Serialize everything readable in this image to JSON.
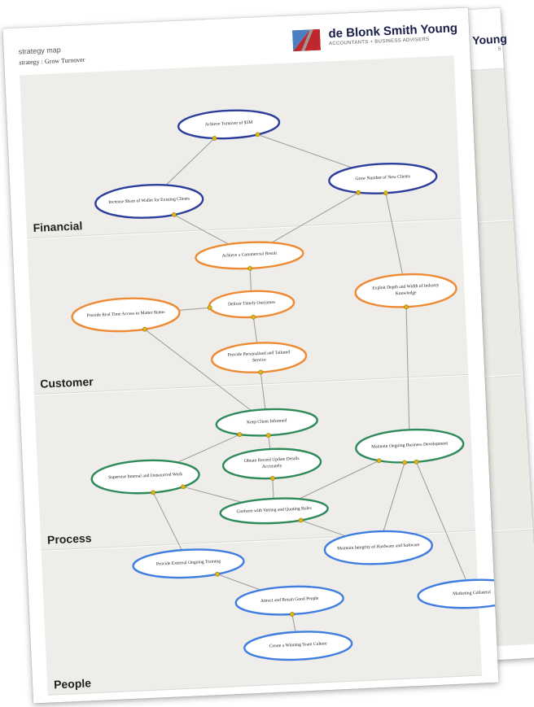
{
  "brand": {
    "name": "de Blonk Smith Young",
    "tagline": "ACCOUNTANTS + BUSINESS ADVISERS",
    "back_name_visible": "Young",
    "back_tag_visible": "S",
    "colors": {
      "navy": "#1a1f4a",
      "red": "#c0272d",
      "blue": "#4a7fc1",
      "grey": "#9a9a9a"
    }
  },
  "header": {
    "title": "strategy map",
    "subtitle": "strategy : Grow Turnover"
  },
  "perspectives": [
    {
      "id": "financial",
      "label": "Financial"
    },
    {
      "id": "customer",
      "label": "Customer"
    },
    {
      "id": "process",
      "label": "Process"
    },
    {
      "id": "people",
      "label": "People"
    }
  ],
  "colors": {
    "financial": "#2b3e9b",
    "customer": "#ee8a33",
    "process": "#2f8a5a",
    "people": "#3f7ee0",
    "link": "#9a9a9a",
    "dot": "#e1b417"
  },
  "objectives": [
    {
      "id": "turnover",
      "perspective": "financial",
      "label": "Achieve Turnover of $5M"
    },
    {
      "id": "wallet",
      "perspective": "financial",
      "label": "Increase Share of Wallet for Existing Clients"
    },
    {
      "id": "newclients",
      "perspective": "financial",
      "label": "Grow Number of New Clients"
    },
    {
      "id": "commercial",
      "perspective": "customer",
      "label": "Achieve a Commercial Result"
    },
    {
      "id": "realtime",
      "perspective": "customer",
      "label": "Provide Real Time Access to Matter Status"
    },
    {
      "id": "timely",
      "perspective": "customer",
      "label": "Deliver Timely Outcomes"
    },
    {
      "id": "industry",
      "perspective": "customer",
      "label": "Exploit Depth and Width of Industry Knowledge"
    },
    {
      "id": "personalised",
      "perspective": "customer",
      "label": "Provide Personalised and Tailored Service"
    },
    {
      "id": "informed",
      "perspective": "process",
      "label": "Keep Client Informed"
    },
    {
      "id": "bizdev",
      "perspective": "process",
      "label": "Maintain Ongoing Business Development"
    },
    {
      "id": "supervise",
      "perspective": "process",
      "label": "Supervise Internal and Outsourced Work"
    },
    {
      "id": "records",
      "perspective": "process",
      "label": "Obtain Record Update Details Accurately"
    },
    {
      "id": "quoting",
      "perspective": "process",
      "label": "Conform with Vetting and Quoting Rules"
    },
    {
      "id": "training",
      "perspective": "people",
      "label": "Provide External Ongoing Training"
    },
    {
      "id": "hardware",
      "perspective": "people",
      "label": "Maintain Integrity of Hardware and Software"
    },
    {
      "id": "attract",
      "perspective": "people",
      "label": "Attract and Retain Good People"
    },
    {
      "id": "marketing",
      "perspective": "people",
      "label": "Marketing Collateral"
    },
    {
      "id": "culture",
      "perspective": "people",
      "label": "Create a Winning Team Culture"
    }
  ],
  "links": [
    [
      "wallet",
      "turnover"
    ],
    [
      "newclients",
      "turnover"
    ],
    [
      "commercial",
      "wallet"
    ],
    [
      "commercial",
      "newclients"
    ],
    [
      "industry",
      "newclients"
    ],
    [
      "timely",
      "commercial"
    ],
    [
      "realtime",
      "timely"
    ],
    [
      "personalised",
      "timely"
    ],
    [
      "informed",
      "realtime"
    ],
    [
      "informed",
      "personalised"
    ],
    [
      "bizdev",
      "industry"
    ],
    [
      "supervise",
      "informed"
    ],
    [
      "records",
      "informed"
    ],
    [
      "quoting",
      "records"
    ],
    [
      "quoting",
      "supervise"
    ],
    [
      "quoting",
      "bizdev"
    ],
    [
      "training",
      "supervise"
    ],
    [
      "hardware",
      "quoting"
    ],
    [
      "hardware",
      "bizdev"
    ],
    [
      "attract",
      "training"
    ],
    [
      "culture",
      "attract"
    ],
    [
      "marketing",
      "bizdev"
    ]
  ]
}
